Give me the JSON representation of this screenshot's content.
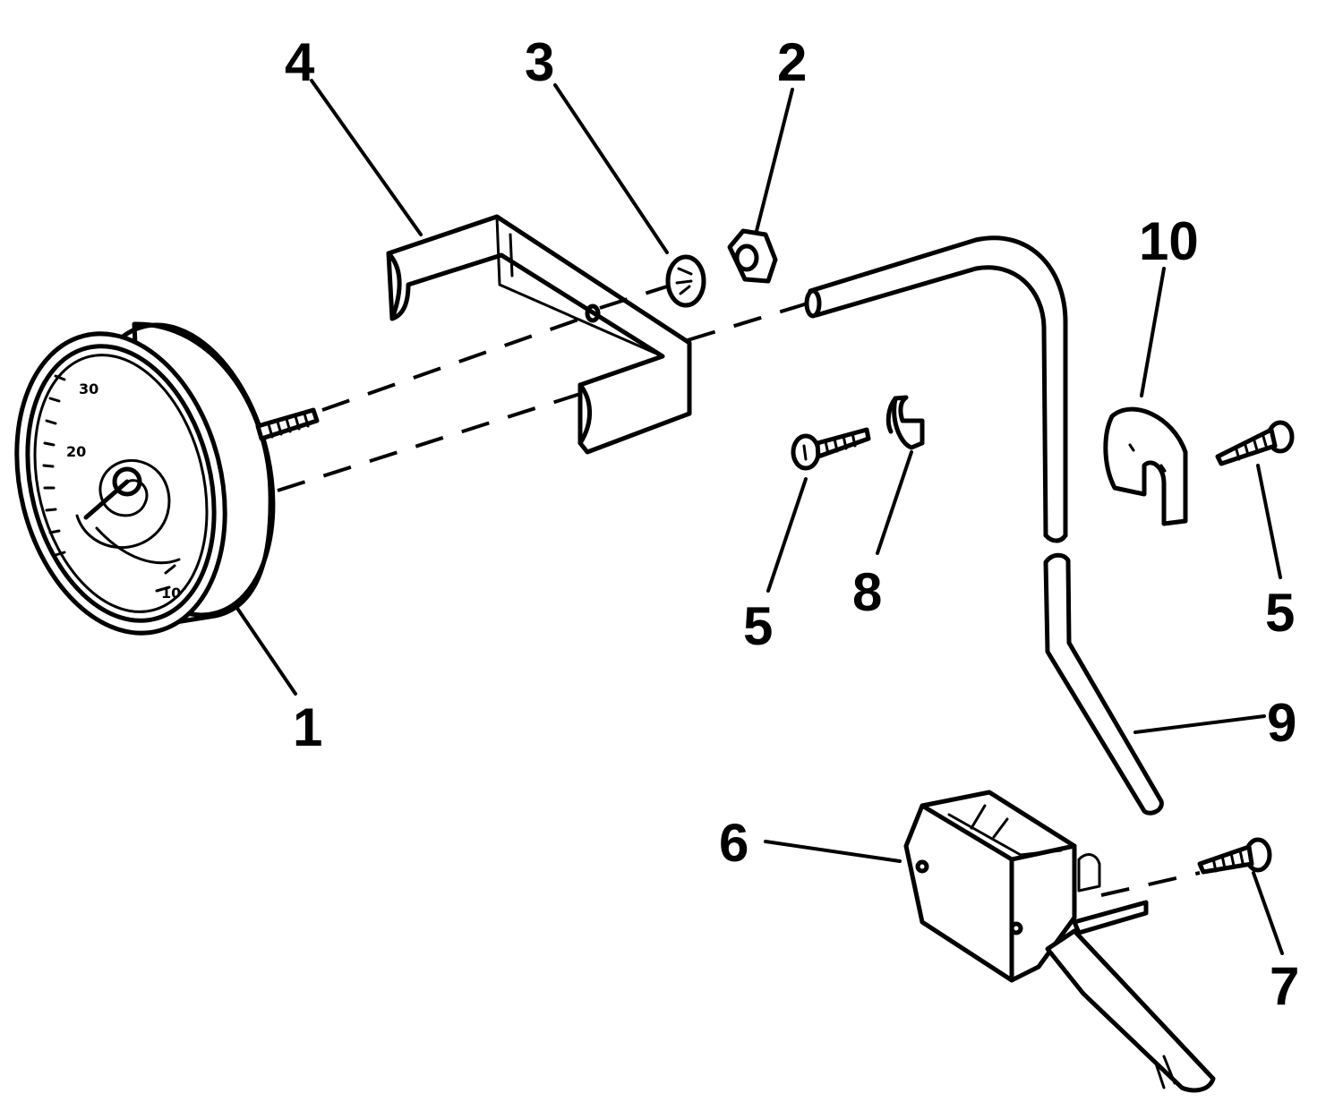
{
  "callouts": [
    {
      "id": "part-1",
      "label": "1"
    },
    {
      "id": "part-2",
      "label": "2"
    },
    {
      "id": "part-3",
      "label": "3"
    },
    {
      "id": "part-4",
      "label": "4"
    },
    {
      "id": "part-5a",
      "label": "5"
    },
    {
      "id": "part-5b",
      "label": "5"
    },
    {
      "id": "part-6",
      "label": "6"
    },
    {
      "id": "part-7",
      "label": "7"
    },
    {
      "id": "part-8",
      "label": "8"
    },
    {
      "id": "part-9",
      "label": "9"
    },
    {
      "id": "part-10",
      "label": "10"
    }
  ],
  "gauge": {
    "dial_marks": [
      "30",
      "20",
      "10"
    ]
  },
  "colors": {
    "line": "#000000",
    "background": "#ffffff"
  }
}
